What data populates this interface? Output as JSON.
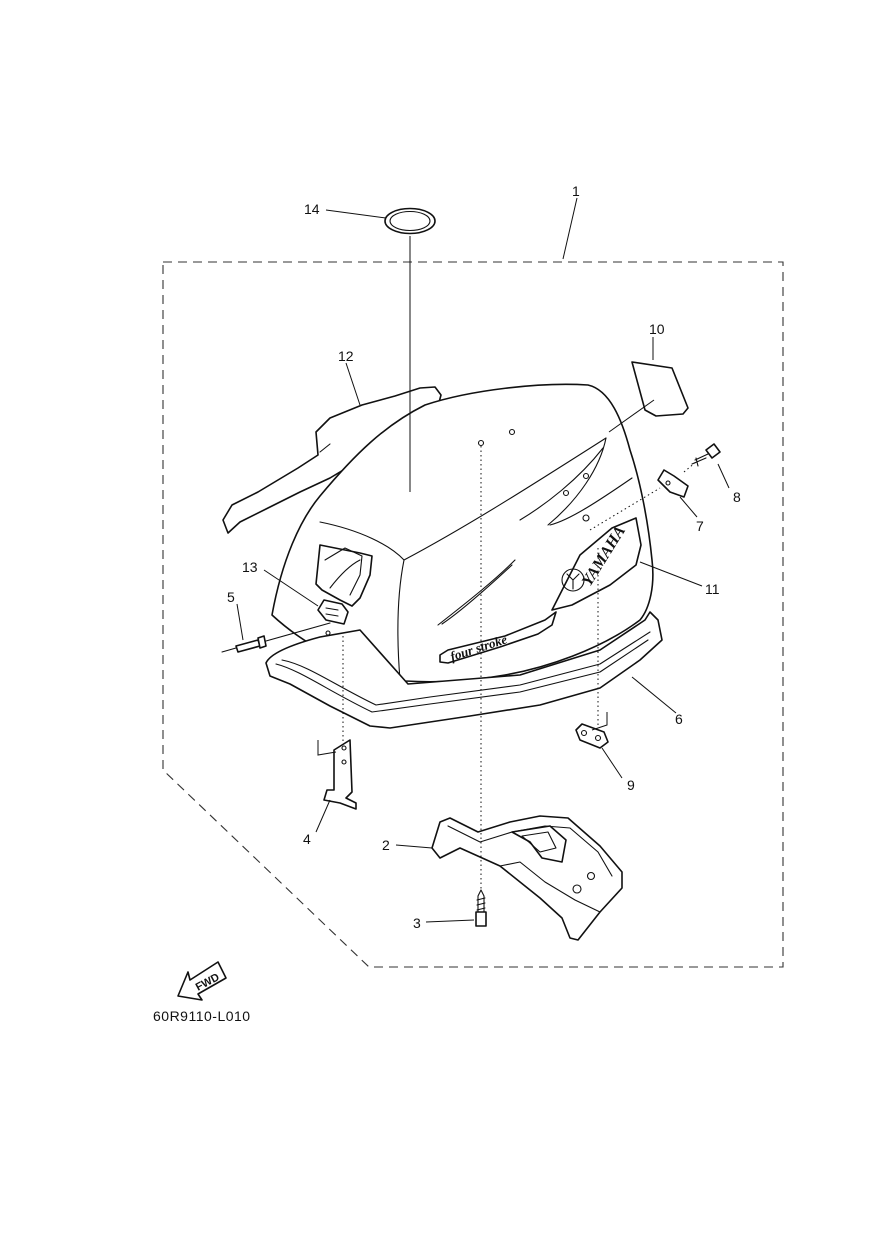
{
  "diagram_code": "60R9110-L010",
  "fwd_label": "FWD",
  "emblem_brand": "YAMAHA",
  "emblem_model": "four stroke",
  "callouts": {
    "c1": "1",
    "c2": "2",
    "c3": "3",
    "c4": "4",
    "c5": "5",
    "c6": "6",
    "c7": "7",
    "c8": "8",
    "c9": "9",
    "c10": "10",
    "c11": "11",
    "c12": "12",
    "c13": "13",
    "c14": "14"
  },
  "icons": [
    "fwd-arrow-icon",
    "yamaha-tuning-fork-logo-icon"
  ]
}
